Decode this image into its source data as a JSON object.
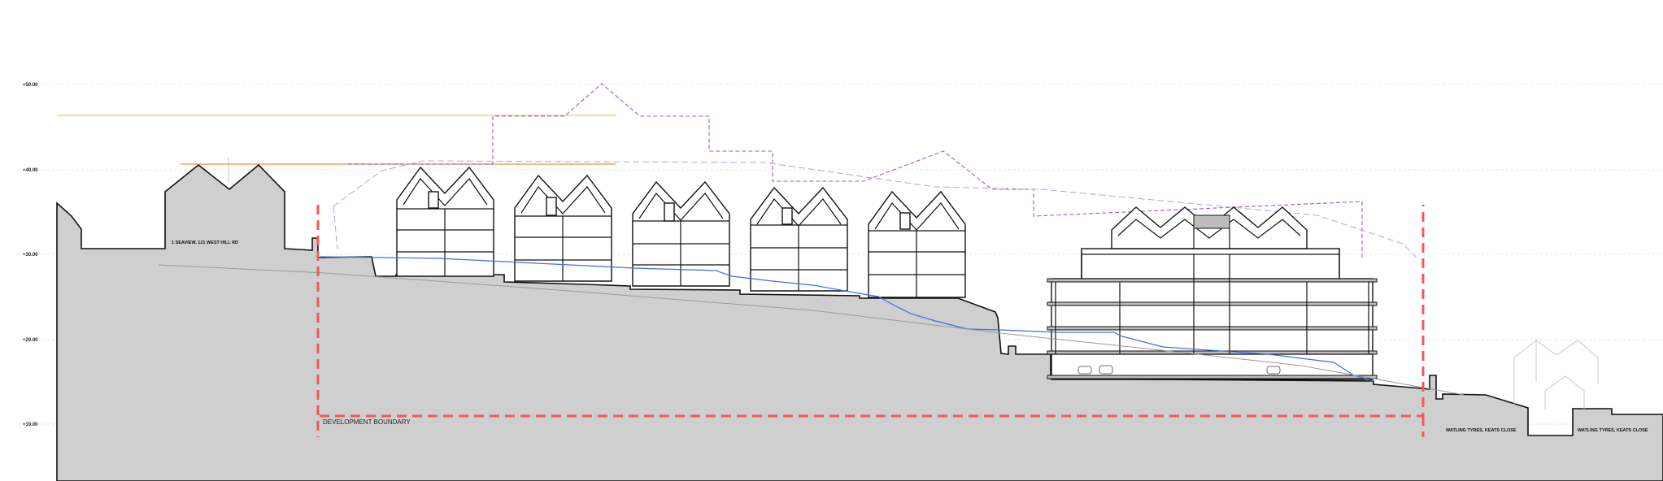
{
  "levels": [
    {
      "label": "+50.00",
      "value": 50
    },
    {
      "label": "+40.00",
      "value": 40
    },
    {
      "label": "+30.00",
      "value": 30
    },
    {
      "label": "+20.00",
      "value": 20
    },
    {
      "label": "+10.00",
      "value": 10
    }
  ],
  "labels": {
    "neighbour_left": "1 SEAVIEW, 121 WEST HILL RD",
    "development_boundary": "DEVELOPMENT BOUNDARY",
    "neighbour_right_a": "WATLING TYRES, KEATS CLOSE",
    "neighbour_right_b": "WATLING TYRES, KEATS CLOSE"
  },
  "colors": {
    "ground": "#cfcfcf",
    "boundary": "#ef5a5a",
    "envelope": "#a15ad1",
    "water": "#3e6de6",
    "datum_orange": "#f3a25a",
    "datum_yellow": "#f6c65c"
  }
}
